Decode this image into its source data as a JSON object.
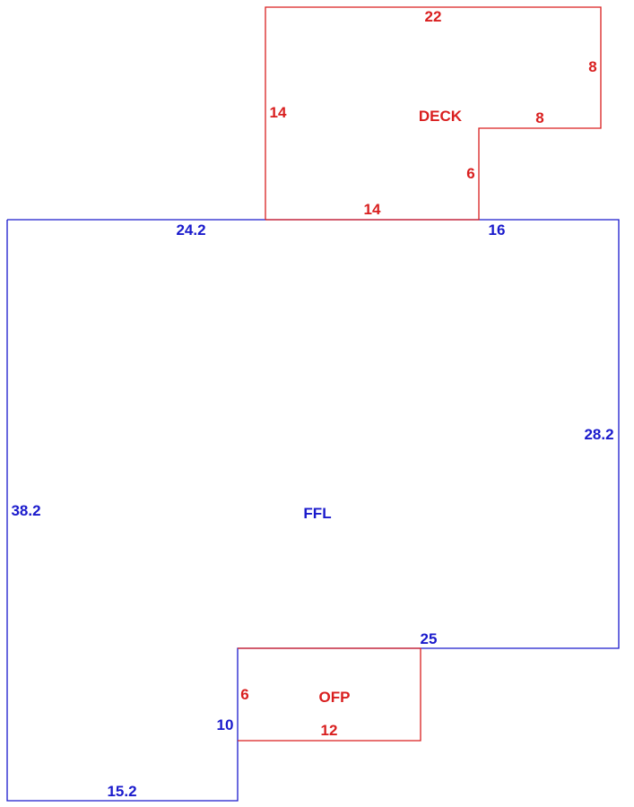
{
  "deck": {
    "name": "DECK",
    "color": "#d91f1f",
    "dims": {
      "top": "22",
      "right_upper": "8",
      "step": "8",
      "step_down": "6",
      "bottom": "14",
      "left": "14"
    }
  },
  "ffl": {
    "name": "FFL",
    "color": "#1a1acc",
    "dims": {
      "top_left": "24.2",
      "top_right": "16",
      "right": "28.2",
      "left": "38.2",
      "step": "25",
      "inner": "10",
      "bottom": "15.2"
    }
  },
  "ofp": {
    "name": "OFP",
    "color": "#d91f1f",
    "dims": {
      "left": "6",
      "bottom": "12"
    }
  }
}
